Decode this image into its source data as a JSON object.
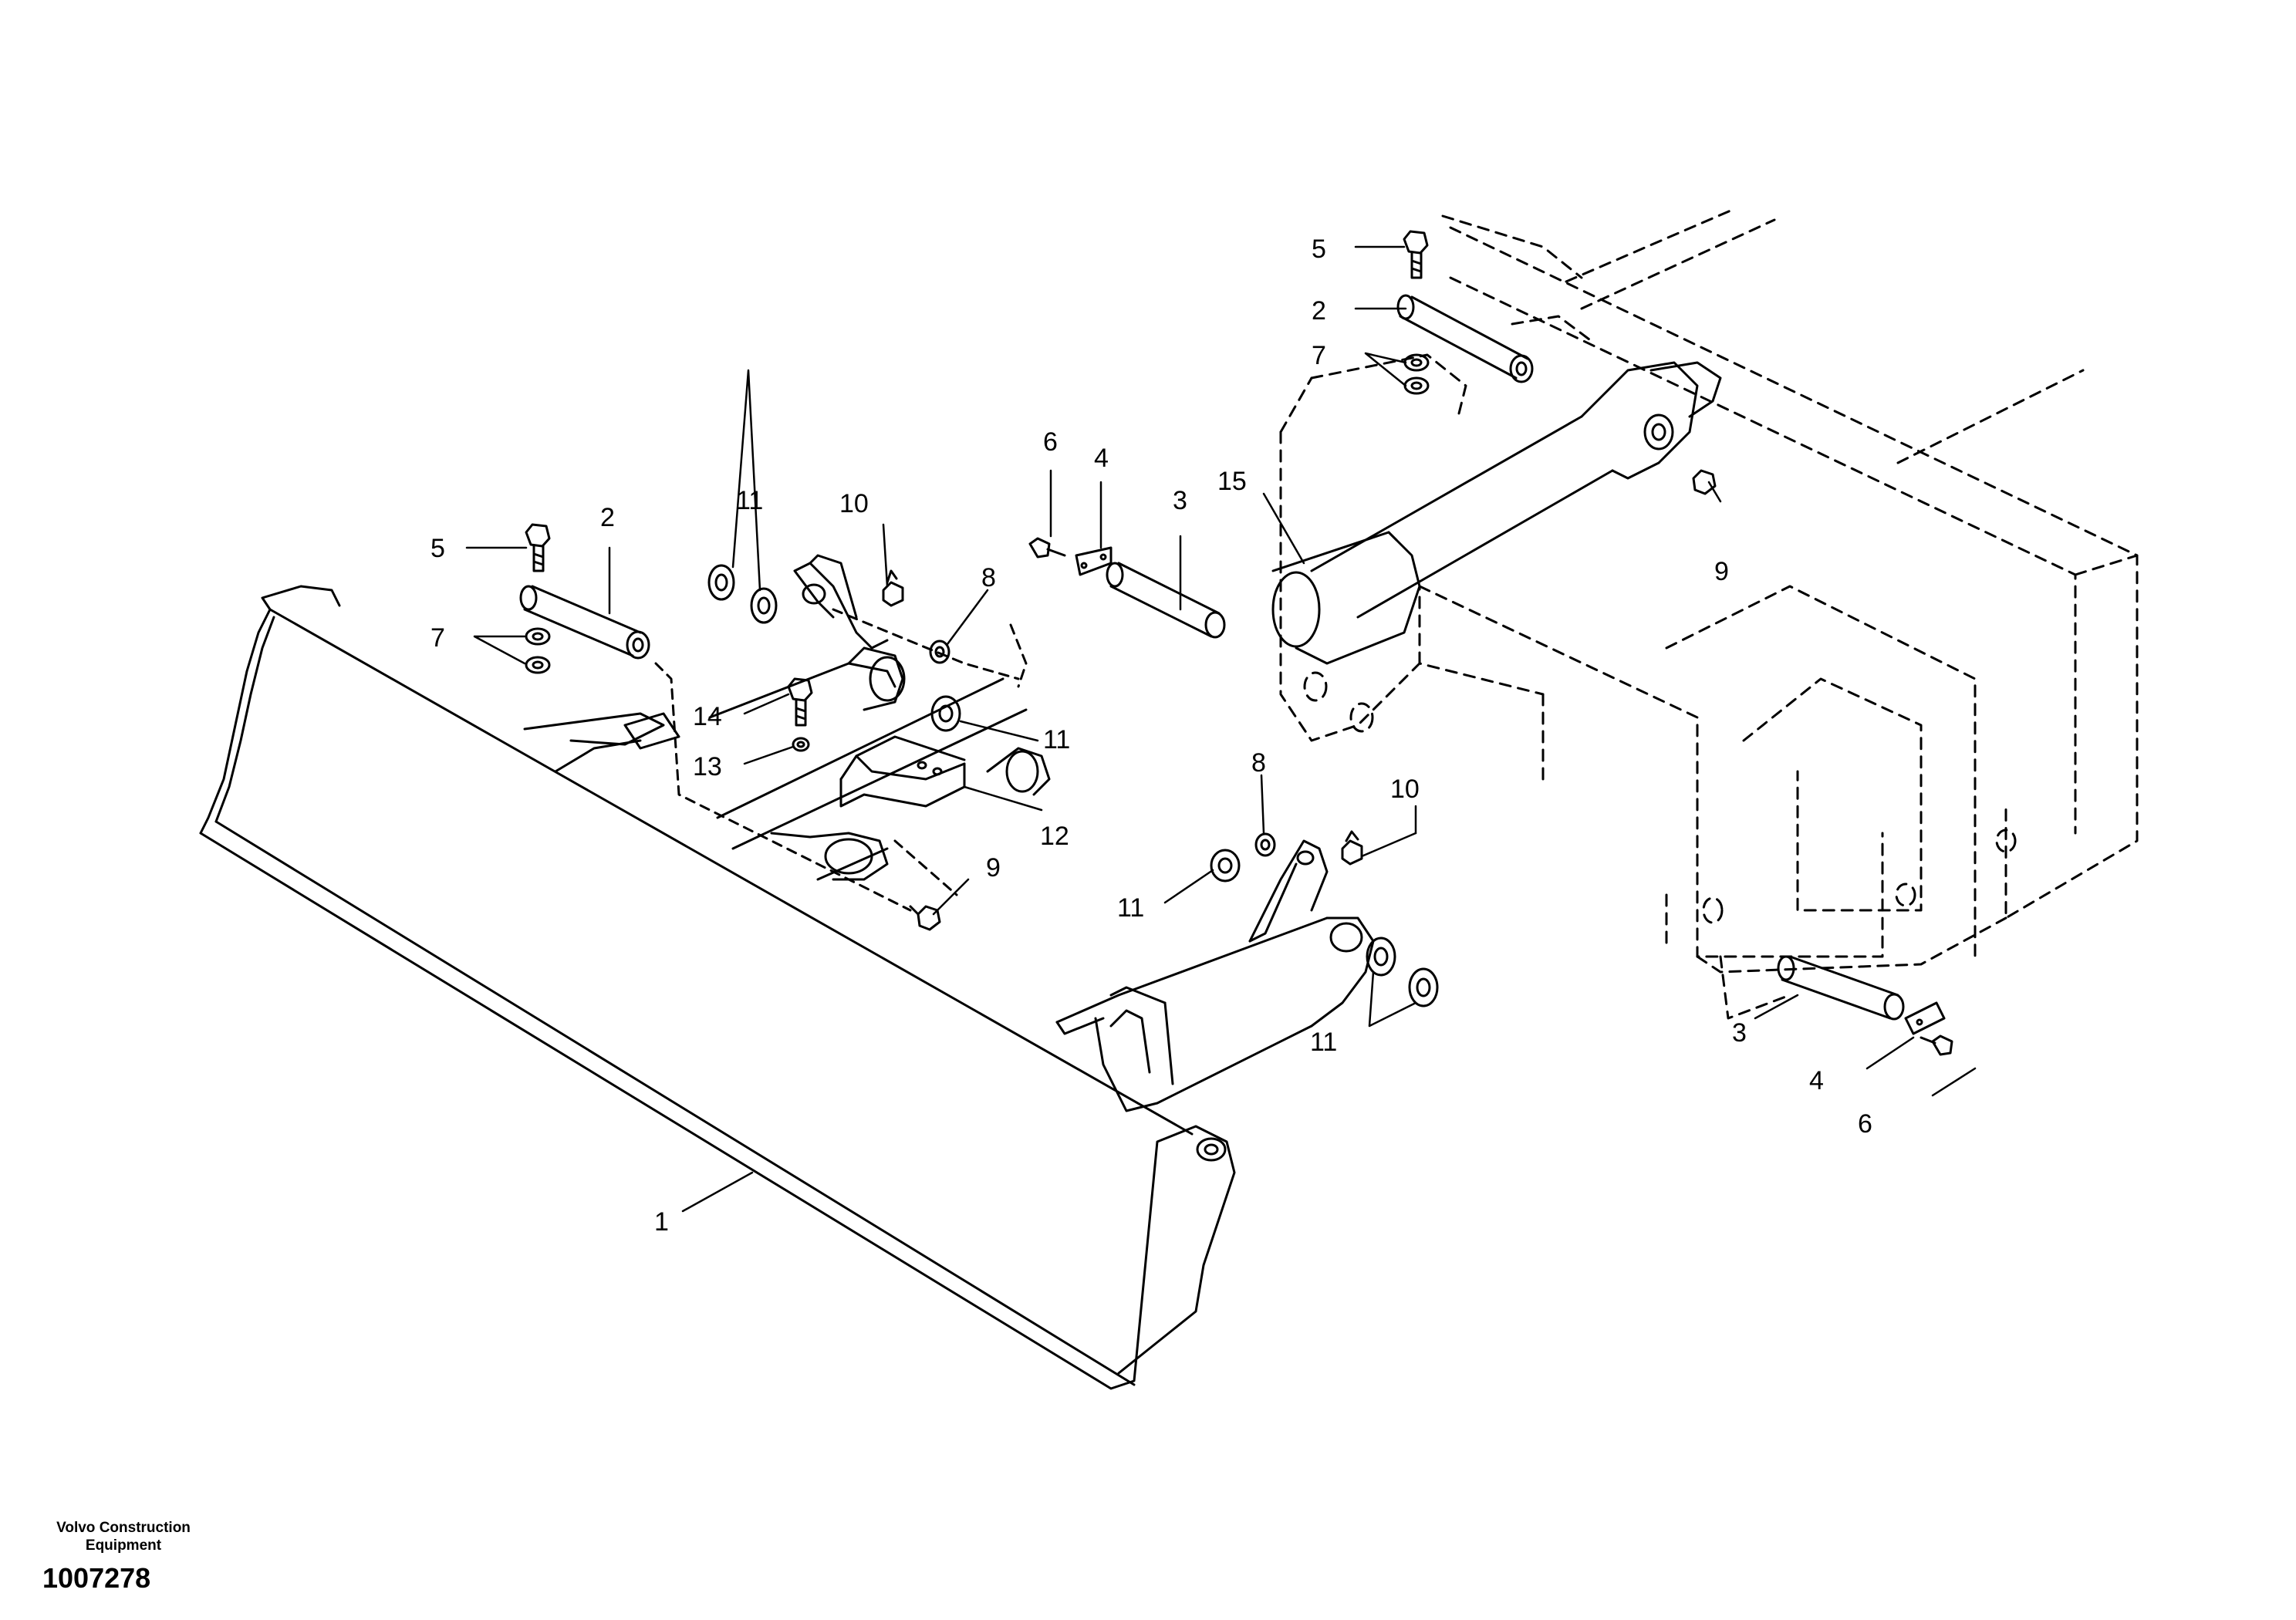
{
  "callouts": {
    "c1": "1",
    "c2a": "2",
    "c2b": "2",
    "c3a": "3",
    "c3b": "3",
    "c4a": "4",
    "c4b": "4",
    "c5a": "5",
    "c5b": "5",
    "c6a": "6",
    "c6b": "6",
    "c7a": "7",
    "c7b": "7",
    "c8a": "8",
    "c8b": "8",
    "c9a": "9",
    "c9b": "9",
    "c10a": "10",
    "c10b": "10",
    "c11a": "11",
    "c11b": "11",
    "c11c": "11",
    "c11d": "11",
    "c12": "12",
    "c13": "13",
    "c14": "14",
    "c15": "15"
  },
  "footer": {
    "brand_line1": "Volvo Construction",
    "brand_line2": "Equipment",
    "figure_id": "1007278"
  }
}
